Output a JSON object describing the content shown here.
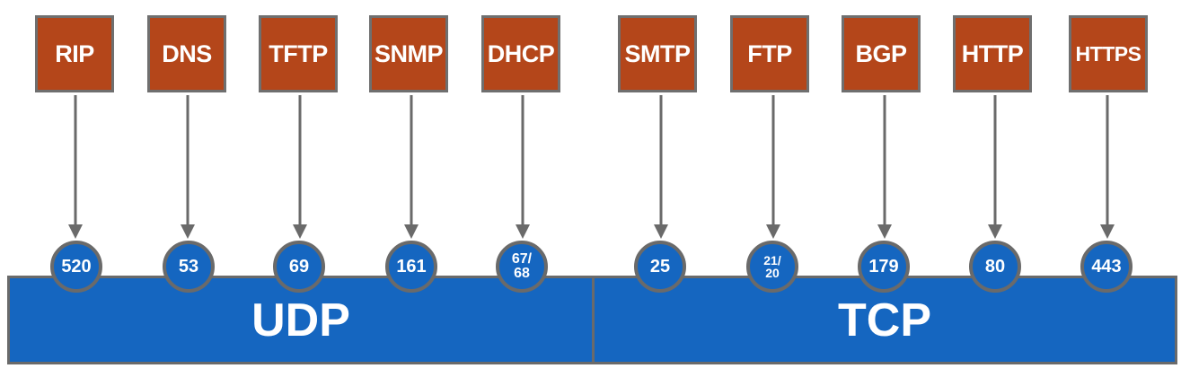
{
  "udp": {
    "label": "UDP",
    "protocols": [
      {
        "name": "RIP",
        "port": "520"
      },
      {
        "name": "DNS",
        "port": "53"
      },
      {
        "name": "TFTP",
        "port": "69"
      },
      {
        "name": "SNMP",
        "port": "161"
      },
      {
        "name": "DHCP",
        "port": "67/\n68"
      }
    ]
  },
  "tcp": {
    "label": "TCP",
    "protocols": [
      {
        "name": "SMTP",
        "port": "25"
      },
      {
        "name": "FTP",
        "port": "21/\n20"
      },
      {
        "name": "BGP",
        "port": "179"
      },
      {
        "name": "HTTP",
        "port": "80"
      },
      {
        "name": "HTTPS",
        "port": "443"
      }
    ]
  },
  "colors": {
    "protocol_box": "#b4461a",
    "transport": "#1566c0",
    "outline": "#6a6a6a"
  }
}
